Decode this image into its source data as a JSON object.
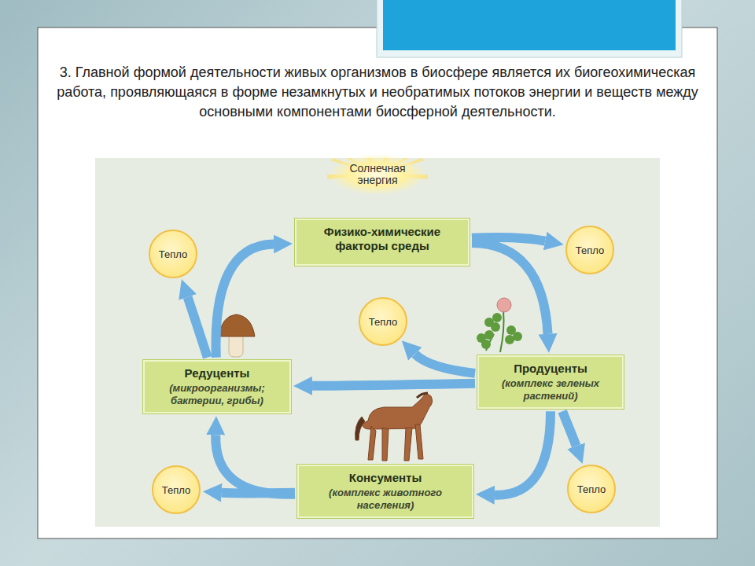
{
  "diagram": {
    "title": "3. Главной формой деятельности живых организмов в биосфере является их биогеохимическая работа, проявляющаяся в форме незамкнутых и необратимых потоков энергии и веществ между основными компонентами биосферной деятельности.",
    "nodes": [
      {
        "text": [
          "Солнечная энергия"
        ]
      },
      {
        "text": [
          "Физико-химические факторы среды"
        ]
      },
      {
        "text": [
          "Тепло"
        ]
      },
      {
        "text": [
          "Тепло"
        ]
      },
      {
        "text": [
          "Тепло"
        ]
      },
      {
        "text": [
          "Редуценты",
          "(микроорганизмы; бактерии, грибы)"
        ]
      },
      {
        "text": [
          "Продуценты",
          "(комплекс зеленых растений)"
        ]
      },
      {
        "text": [
          "Консументы",
          "(комплекс животного населения)"
        ]
      },
      {
        "text": [
          "Тепло"
        ]
      },
      {
        "text": [
          "Тепло"
        ]
      }
    ],
    "edges": [
      {
        "from": 1,
        "to": 6,
        "arrow": "to"
      },
      {
        "from": 1,
        "to": 3,
        "arrow": "to"
      },
      {
        "from": 6,
        "to": 7,
        "arrow": "to"
      },
      {
        "from": 6,
        "to": 9,
        "arrow": "to"
      },
      {
        "from": 7,
        "to": 5,
        "arrow": "to"
      },
      {
        "from": 7,
        "to": 8,
        "arrow": "to"
      },
      {
        "from": 5,
        "to": 1,
        "arrow": "to"
      },
      {
        "from": 5,
        "to": 2,
        "arrow": "to"
      },
      {
        "from": 6,
        "to": 5,
        "arrow": "to"
      },
      {
        "from": 6,
        "to": 4,
        "arrow": "to"
      }
    ]
  }
}
